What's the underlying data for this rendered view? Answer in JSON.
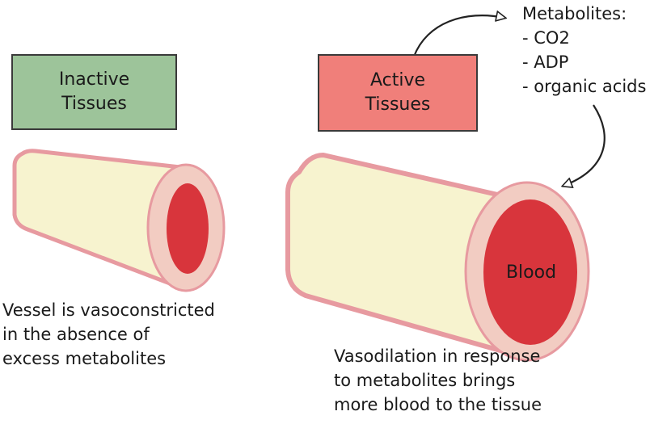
{
  "boxes": {
    "inactive": {
      "line1": "Inactive",
      "line2": "Tissues",
      "color": "#9dc49a"
    },
    "active": {
      "line1": "Active",
      "line2": "Tissues",
      "color": "#f07f7a"
    }
  },
  "metabolites": {
    "title": "Metabolites:",
    "items": [
      "- CO2",
      "- ADP",
      "- organic acids"
    ]
  },
  "vessel_label": "Blood",
  "captions": {
    "left": [
      "Vessel is vasoconstricted",
      "in the absence of",
      "excess metabolites"
    ],
    "right": [
      "Vasodilation in response",
      "to metabolites brings",
      "more blood to the tissue"
    ]
  },
  "colors": {
    "vessel_wall": "#f2ccc2",
    "vessel_outline": "#e79aa0",
    "vessel_body": "#f7f3cf",
    "blood": "#d8353c",
    "arrow": "#222222"
  }
}
